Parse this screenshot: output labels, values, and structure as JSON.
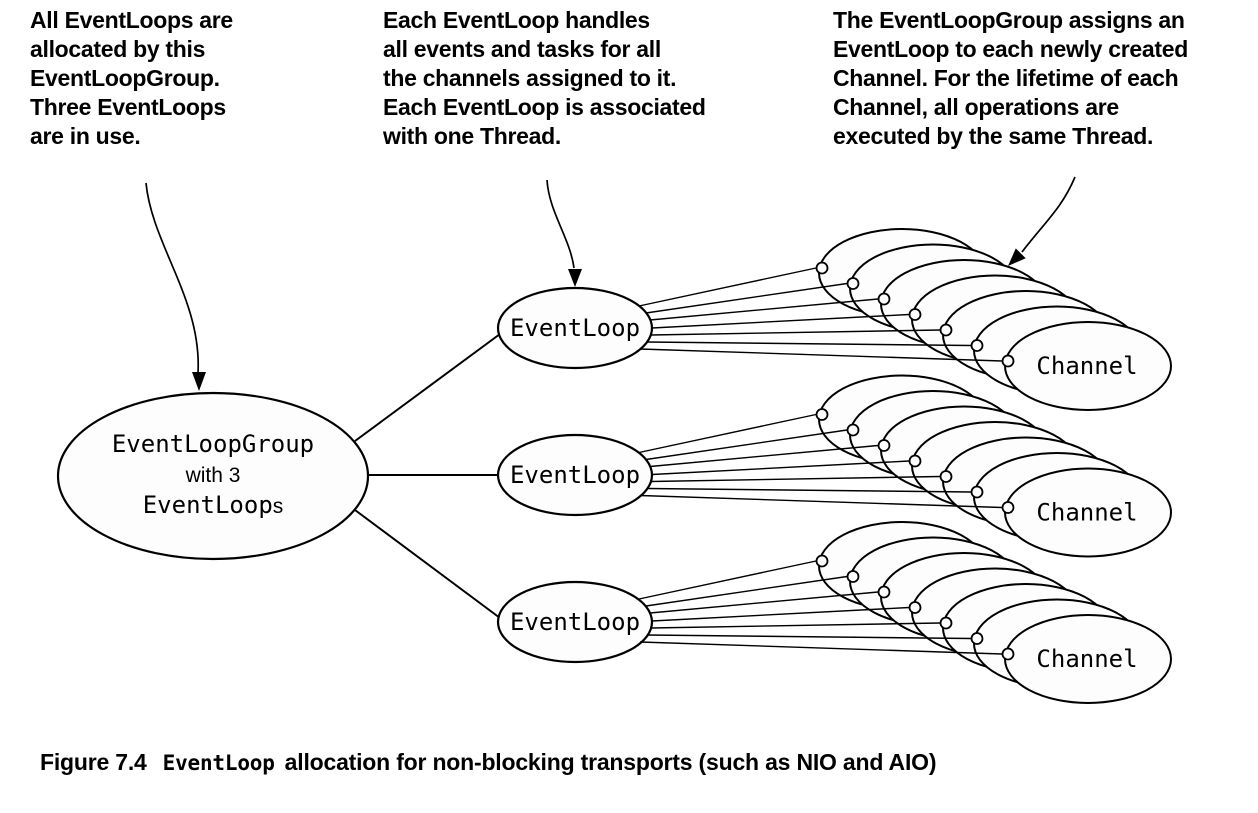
{
  "figure": {
    "background": "#ffffff",
    "ink_color": "#000000",
    "node_fill": "#fdfdfd",
    "annotations": [
      {
        "id": "eventloopgroup-note",
        "text": "All EventLoops are\nallocated by this\nEventLoopGroup.\nThree EventLoops\nare in use."
      },
      {
        "id": "eventloop-note",
        "text": "Each EventLoop handles\nall events and tasks for all\nthe channels assigned to it.\nEach EventLoop is associated\nwith one Thread."
      },
      {
        "id": "channel-note",
        "text": "The EventLoopGroup assigns an\nEventLoop to each newly created\nChannel. For the lifetime of each\nChannel, all operations are\nexecuted by the same Thread."
      }
    ],
    "diagram": {
      "event_loop_group": {
        "line1_code": "EventLoopGroup",
        "line2_plain": "with 3",
        "line3_code": "EventLoop",
        "line3_plain_suffix": "s"
      },
      "event_loops": [
        {
          "label": "EventLoop"
        },
        {
          "label": "EventLoop"
        },
        {
          "label": "EventLoop"
        }
      ],
      "channel_stacks": [
        {
          "front_label": "Channel",
          "ellipse_count": 7
        },
        {
          "front_label": "Channel",
          "ellipse_count": 7
        },
        {
          "front_label": "Channel",
          "ellipse_count": 7
        }
      ]
    },
    "caption": {
      "prefix": "Figure 7.4",
      "code": "EventLoop",
      "suffix": "allocation for non-blocking transports (such as NIO and AIO)"
    }
  }
}
